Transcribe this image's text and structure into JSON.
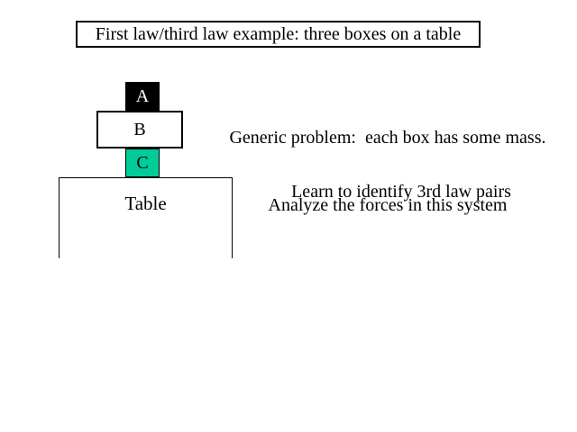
{
  "slide": {
    "title": "First law/third law example: three boxes on a table",
    "diagram": {
      "box_a_label": "A",
      "box_b_label": "B",
      "box_c_label": "C",
      "table_label": "Table"
    },
    "notes": {
      "generic_problem_line1": "Generic problem:  each box has some mass.",
      "generic_problem_line2": "Analyze the forces in this system",
      "learn_pairs": "Learn to identify 3rd law pairs"
    },
    "colors": {
      "background": "#ffffff",
      "outline": "#000000",
      "box_a_fill": "#000000",
      "box_a_text": "#ffffff",
      "box_b_fill": "#ffffff",
      "box_c_fill": "#00cc99",
      "text": "#000000"
    }
  }
}
